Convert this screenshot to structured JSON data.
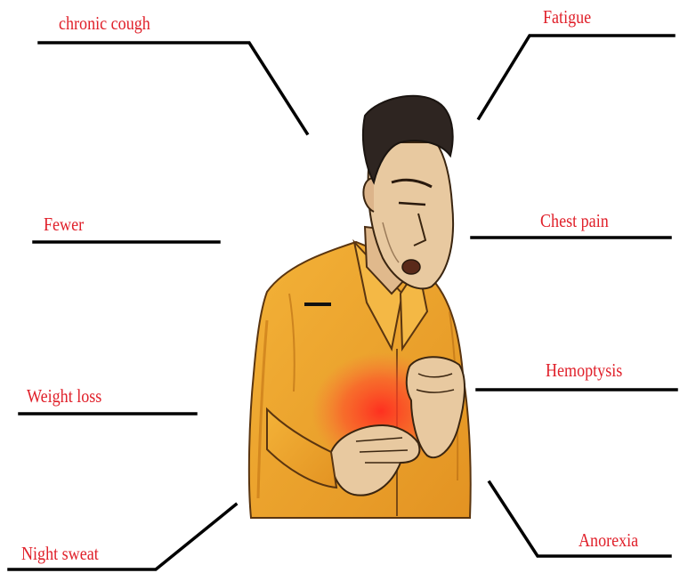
{
  "colors": {
    "label": "#e0202a",
    "line": "#000000",
    "shirt": "#f0a92f",
    "shirt_shadow": "#c97a18",
    "skin": "#e8c9a0",
    "hair": "#2e2521",
    "pain": "#ff2a1f"
  },
  "symptoms": {
    "chronic_cough": "chronic cough",
    "fever": "Fewer",
    "weight_loss": "Weight loss",
    "night_sweat": "Night sweat",
    "fatigue": "Fatigue",
    "chest_pain": "Chest pain",
    "hemoptysis": "Hemoptysis",
    "anorexia": "Anorexia"
  },
  "figure": {
    "icon": "coughing-man-illustration"
  }
}
